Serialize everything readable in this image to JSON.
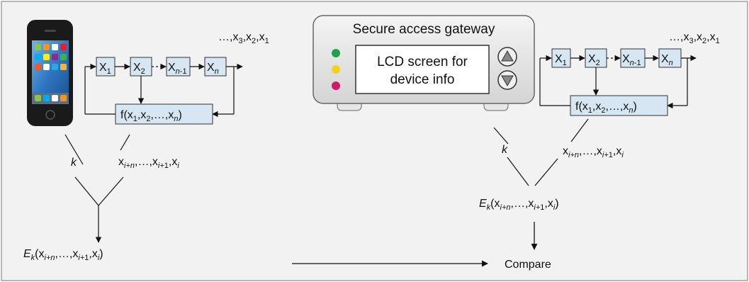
{
  "colors": {
    "background": "#f2f2f2",
    "register_fill": "#d6e6f2",
    "led_green": "#1aa34a",
    "led_yellow": "#f2d21b",
    "led_red": "#d0186f",
    "gateway_body": "#e8e8e8"
  },
  "sequence_label": "…,x3,x2,x1",
  "registers": [
    "X1",
    "X2",
    "Xn-1",
    "Xn"
  ],
  "feedback_function": "f(x1,x2,…,xn)",
  "key_label": "k",
  "window_label": "xi+n,…,xi+1,xi",
  "encrypted_label": "Ek(xi+n,…,xi+1,xi)",
  "compare_label": "Compare",
  "gateway": {
    "title": "Secure access gateway",
    "lcd_line1": "LCD screen for",
    "lcd_line2": "device info",
    "up_button_icon": "triangle-up-icon",
    "down_button_icon": "triangle-down-icon"
  }
}
